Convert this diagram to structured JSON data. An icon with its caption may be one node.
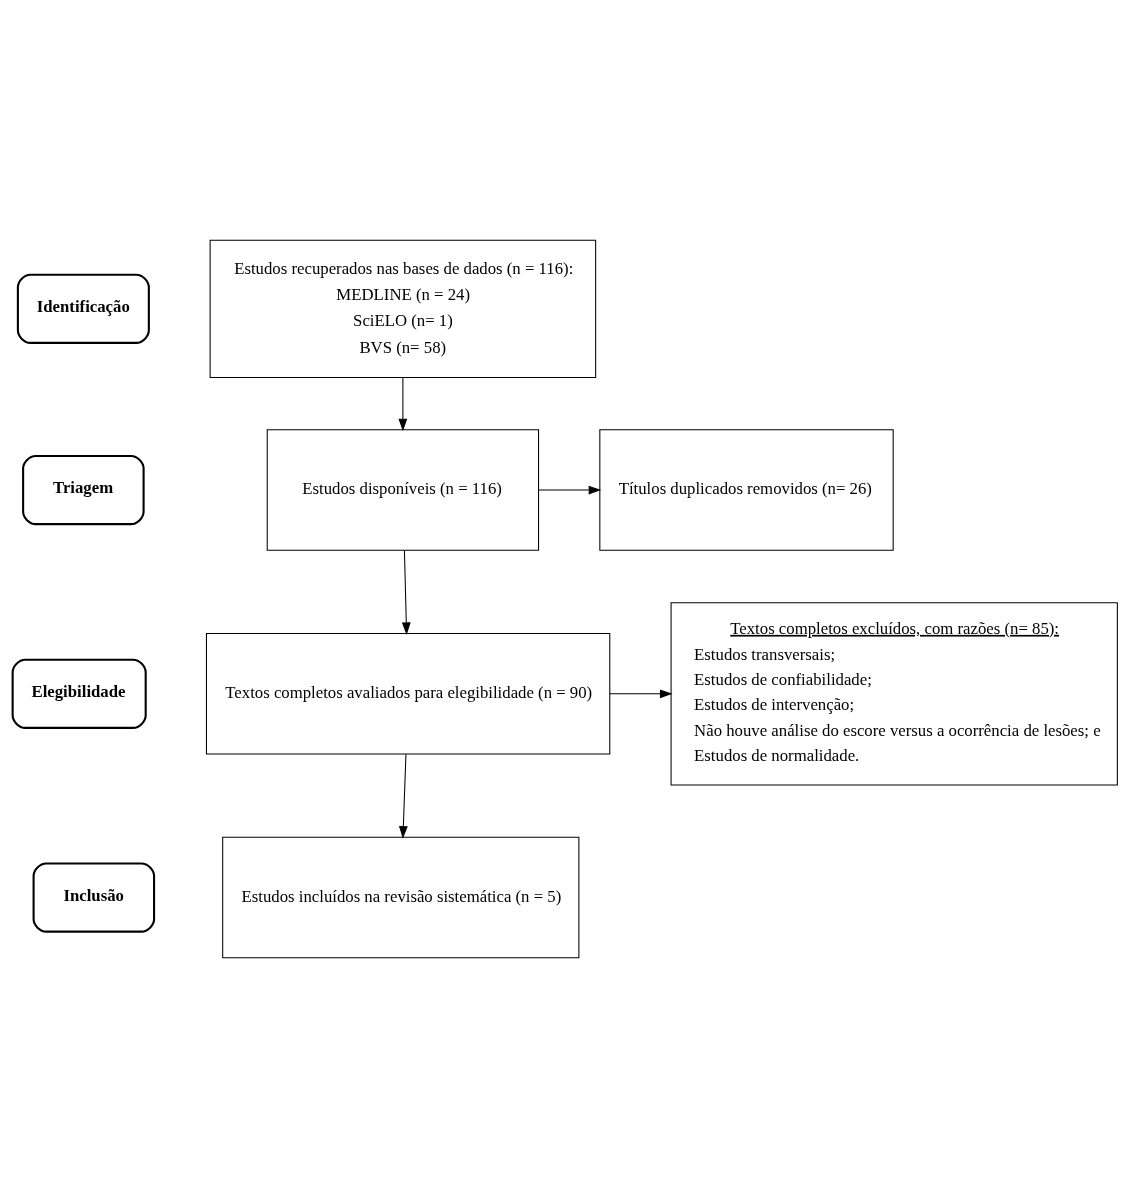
{
  "diagram": {
    "nodes": [
      {
        "text": [
          "Identificação"
        ]
      },
      {
        "text": [
          "Estudos recuperados nas bases de dados (n = 116):",
          "MEDLINE (n = 24)",
          "SciELO (n= 1)",
          "BVS (n= 58)"
        ]
      },
      {
        "text": [
          "Triagem"
        ]
      },
      {
        "text": [
          "Estudos disponíveis (n = 116)"
        ]
      },
      {
        "text": [
          "Títulos duplicados removidos (n= 26)"
        ]
      },
      {
        "text": [
          "Elegibilidade"
        ]
      },
      {
        "text": [
          "Textos completos avaliados para elegibilidade (n = 90)"
        ]
      },
      {
        "text": [
          "Textos completos excluídos, com razões (n= 85):",
          "Estudos transversais;",
          "Estudos de confiabilidade;",
          "Estudos de intervenção;",
          "Não houve análise do escore versus a ocorrência de lesões; e",
          "Estudos de normalidade."
        ]
      },
      {
        "text": [
          "Inclusão"
        ]
      },
      {
        "text": [
          "Estudos incluídos na revisão sistemática (n = 5)"
        ]
      }
    ],
    "edges": [
      {
        "from": 1,
        "to": 3,
        "arrow": "to"
      },
      {
        "from": 3,
        "to": 4,
        "arrow": "to"
      },
      {
        "from": 3,
        "to": 6,
        "arrow": "to"
      },
      {
        "from": 6,
        "to": 7,
        "arrow": "to"
      },
      {
        "from": 6,
        "to": 9,
        "arrow": "to"
      }
    ]
  }
}
